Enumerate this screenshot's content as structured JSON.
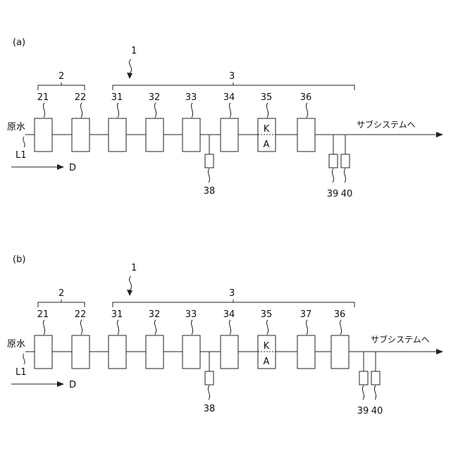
{
  "panels": [
    {
      "label": "(a)",
      "system_label": "1",
      "group_pre": "2",
      "group_main": "3",
      "raw_water": "原水",
      "line_label": "L1",
      "direction": "D",
      "to_subsystem": "サブシステムへ",
      "units": [
        "21",
        "22",
        "31",
        "32",
        "33",
        "34",
        "35",
        "36"
      ],
      "k_label": "K",
      "a_label": "A",
      "branch_38": "38",
      "branch_39": "39",
      "branch_40": "40"
    },
    {
      "label": "(b)",
      "system_label": "1",
      "group_pre": "2",
      "group_main": "3",
      "raw_water": "原水",
      "line_label": "L1",
      "direction": "D",
      "to_subsystem": "サブシステムへ",
      "units": [
        "21",
        "22",
        "31",
        "32",
        "33",
        "34",
        "35",
        "37",
        "36"
      ],
      "k_label": "K",
      "a_label": "A",
      "branch_38": "38",
      "branch_39": "39",
      "branch_40": "40"
    }
  ]
}
